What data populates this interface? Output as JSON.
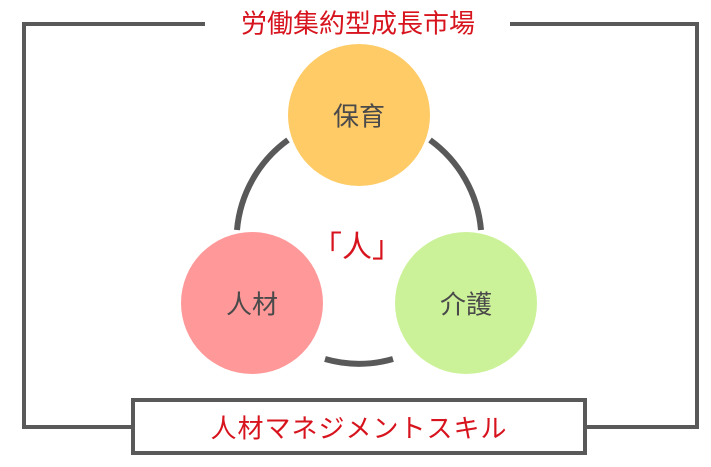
{
  "title": "労働集約型成長市場",
  "center_label": "「人」",
  "bottom_label": "人材マネジメントスキル",
  "circles": [
    {
      "label": "保育",
      "color": "#ffcb66"
    },
    {
      "label": "人材",
      "color": "#ff9999"
    },
    {
      "label": "介護",
      "color": "#ccf299"
    }
  ],
  "colors": {
    "accent": "#d7141e",
    "line": "#595959"
  }
}
